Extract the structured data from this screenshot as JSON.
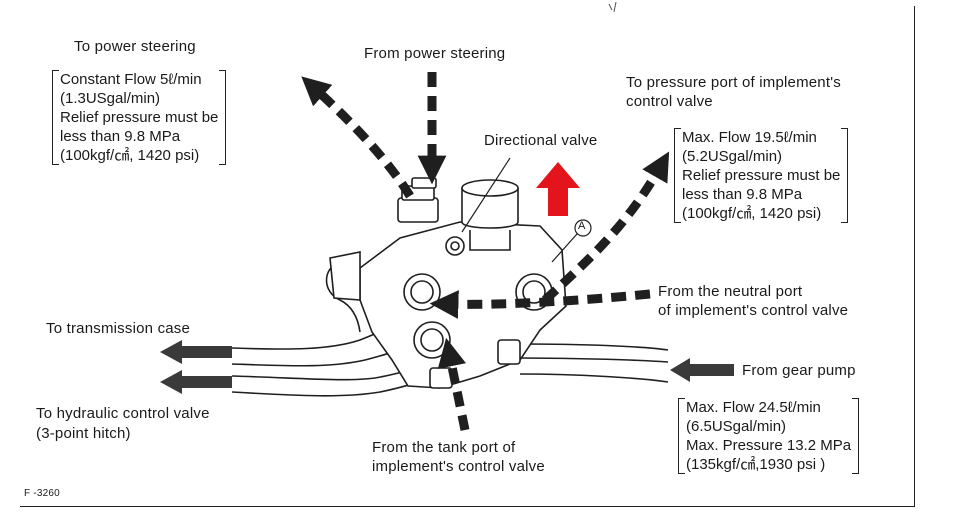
{
  "labels": {
    "to_power_steering": "To power steering",
    "from_power_steering": "From power steering",
    "to_pressure_port_1": "To pressure port of implement's",
    "to_pressure_port_2": "control valve",
    "directional_valve": "Directional valve",
    "from_neutral_port_1": "From the neutral port",
    "from_neutral_port_2": "of implement's control valve",
    "to_transmission_case": "To transmission case",
    "to_hydraulic_1": "To hydraulic control  valve",
    "to_hydraulic_2": "(3-point  hitch)",
    "from_gear_pump": "From gear pump",
    "from_tank_port_1": "From the tank port of",
    "from_tank_port_2": "implement's control valve",
    "marker_a": "A",
    "figure_code": "F -3260"
  },
  "boxes": {
    "power_steering": [
      "Constant  Flow 5ℓ/min",
      "(1.3USgal/min)",
      "Relief pressure must be",
      "less than 9.8 MPa",
      "(100kgf/㎠, 1420 psi)"
    ],
    "implement": [
      "Max. Flow 19.5ℓ/min",
      "(5.2USgal/min)",
      "Relief pressure must be",
      "less than 9.8 MPa",
      "(100kgf/㎠, 1420 psi)"
    ],
    "gear_pump": [
      "Max. Flow 24.5ℓ/min",
      "(6.5USgal/min)",
      "Max. Pressure 13.2 MPa",
      "(135kgf/㎠,1930 psi )"
    ]
  },
  "colors": {
    "line": "#1f1f1f",
    "arrow_gray": "#3a3a3a",
    "highlight_arrow": "#e3141b"
  }
}
